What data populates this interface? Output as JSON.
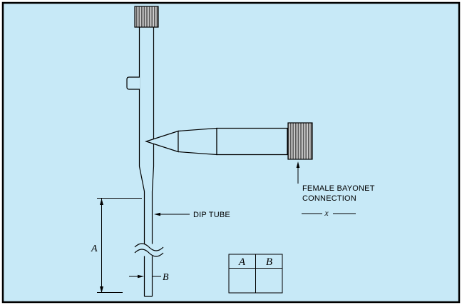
{
  "canvas": {
    "background": "#c7e9f7",
    "line_color": "#000000",
    "knurl_dark": "#5a5a5a",
    "knurl_light": "#cfcfcf"
  },
  "annotations": {
    "dip_tube": "DIP TUBE",
    "female_bayonet_line1": "FEMALE BAYONET",
    "female_bayonet_line2": "CONNECTION",
    "blank_marker": "x",
    "dim_a": "A",
    "dim_b": "B"
  },
  "table": {
    "headers": [
      "A",
      "B"
    ],
    "rows": [
      [
        "",
        ""
      ]
    ]
  }
}
